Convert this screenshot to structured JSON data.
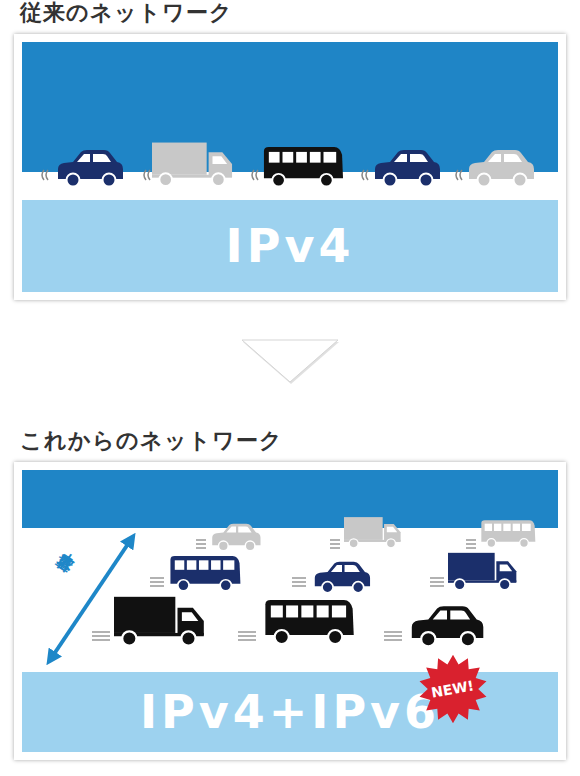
{
  "diagram": {
    "nodes": [
      {
        "text": [
          "従来のネットワーク"
        ]
      },
      {
        "text": [
          "IPv4"
        ],
        "in": 0
      },
      {
        "text": [
          "これからのネットワーク"
        ]
      },
      {
        "text": [
          "IPv4+IPv6"
        ],
        "in": 2
      },
      {
        "text": [
          "NEW!"
        ],
        "in": 2
      }
    ],
    "edges": [
      {
        "from": 0,
        "to": 2,
        "arrow": "to"
      }
    ],
    "labels": [
      "大容量"
    ]
  }
}
